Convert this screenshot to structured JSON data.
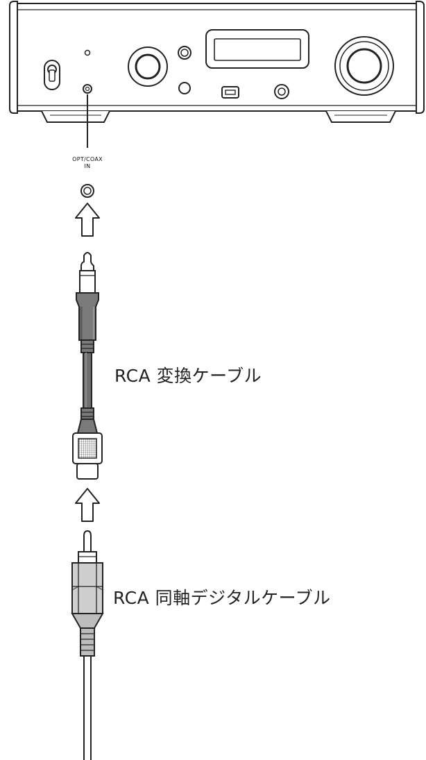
{
  "diagram": {
    "jack_label": {
      "line1": "OPT/COAX",
      "line2": "IN"
    },
    "cables": [
      {
        "label": "RCA 変換ケーブル"
      },
      {
        "label": "RCA 同軸デジタルケーブル"
      }
    ]
  }
}
